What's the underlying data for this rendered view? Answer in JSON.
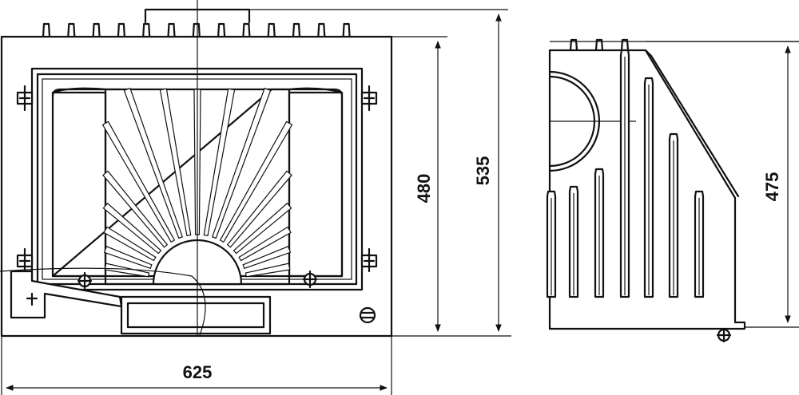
{
  "dimensions": {
    "front_width": "625",
    "inner_height": "480",
    "outer_height": "535",
    "side_height": "475"
  },
  "colors": {
    "line": "#111111",
    "background": "#ffffff"
  }
}
